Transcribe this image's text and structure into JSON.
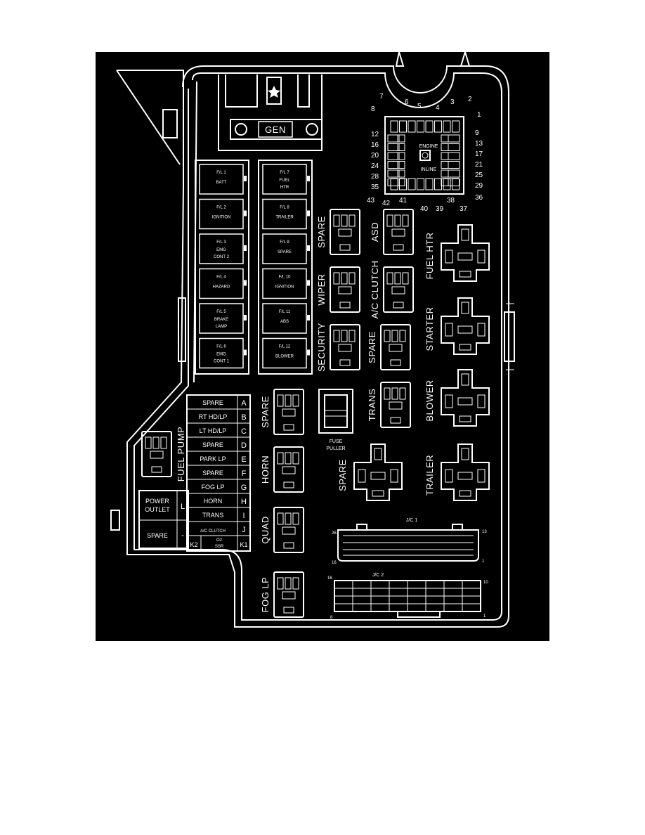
{
  "generator": {
    "label": "GEN"
  },
  "maxi_fuses": [
    {
      "num": "F/L 1",
      "name": "BATT",
      "name2": ""
    },
    {
      "num": "F/L 2",
      "name": "IGNITION",
      "name2": ""
    },
    {
      "num": "F/L 3",
      "name": "EMG",
      "name2": "CONT 2"
    },
    {
      "num": "F/L 4",
      "name": "HAZARD",
      "name2": ""
    },
    {
      "num": "F/L 5",
      "name": "BRAKE",
      "name2": "LAMP"
    },
    {
      "num": "F/L 6",
      "name": "EMG",
      "name2": "CONT 1"
    },
    {
      "num": "F/L 7",
      "name": "FUEL",
      "name2": "HTR"
    },
    {
      "num": "F/L 8",
      "name": "TRAILER",
      "name2": ""
    },
    {
      "num": "F/L 9",
      "name": "SPARE",
      "name2": ""
    },
    {
      "num": "F/L 10",
      "name": "IGNITION",
      "name2": ""
    },
    {
      "num": "F/L 11",
      "name": "ABS",
      "name2": ""
    },
    {
      "num": "F/L 12",
      "name": "BLOWER",
      "name2": ""
    }
  ],
  "mini_fuse_numbers": {
    "top": [
      "8",
      "7",
      "6",
      "5",
      "4",
      "3",
      "2",
      "1"
    ],
    "left": [
      "12",
      "16",
      "20",
      "24",
      "28",
      "35"
    ],
    "right": [
      "9",
      "13",
      "17",
      "21",
      "25",
      "29"
    ],
    "bottom": [
      "43",
      "42",
      "41",
      "40",
      "39",
      "38",
      "37",
      "36"
    ],
    "center_top": "ENGINE",
    "center_bottom": "INLINE"
  },
  "relays": {
    "spare1": "SPARE",
    "asd": "ASD",
    "wiper": "WIPER",
    "ac_clutch": "A/C CLUTCH",
    "security": "SECURITY",
    "spare2": "SPARE",
    "spare3": "SPARE",
    "trans": "TRANS",
    "horn": "HORN",
    "quad": "QUAD",
    "fog_lp": "FOG LP",
    "fuel_pump": "FUEL PUMP",
    "fuel_htr": "FUEL HTR",
    "starter": "STARTER",
    "blower": "BLOWER",
    "trailer": "TRAILER",
    "spare4": "SPARE"
  },
  "fuse_puller": {
    "line1": "FUSE",
    "line2": "PULLER"
  },
  "fuse_table": [
    {
      "name": "SPARE",
      "code": "A"
    },
    {
      "name": "RT HD/LP",
      "code": "B"
    },
    {
      "name": "LT HD/LP",
      "code": "C"
    },
    {
      "name": "SPARE",
      "code": "D"
    },
    {
      "name": "PARK LP",
      "code": "E"
    },
    {
      "name": "SPARE",
      "code": "F"
    },
    {
      "name": "FOG LP",
      "code": "G"
    },
    {
      "name": "HORN",
      "code": "H"
    },
    {
      "name": "TRANS",
      "code": "I"
    },
    {
      "name": "A/C CLUTCH",
      "code": "J"
    }
  ],
  "fuse_table_bottom": {
    "k2": "K2",
    "o2": "O2",
    "ssr": "SSR",
    "k1": "K1"
  },
  "power_outlet": {
    "line1": "POWER",
    "line2": "OUTLET",
    "code": "L"
  },
  "spare_outlet": {
    "label": "SPARE",
    "code": "-"
  },
  "connectors": {
    "jc1": {
      "label": "J/C 1",
      "pin_tl": "26",
      "pin_tr": "13",
      "pin_bl": "16",
      "pin_br": "1"
    },
    "jc2": {
      "label": "J/C 2",
      "pin_tl": "16",
      "pin_tr": "10",
      "pin_bl": "8",
      "pin_br": "1"
    }
  }
}
